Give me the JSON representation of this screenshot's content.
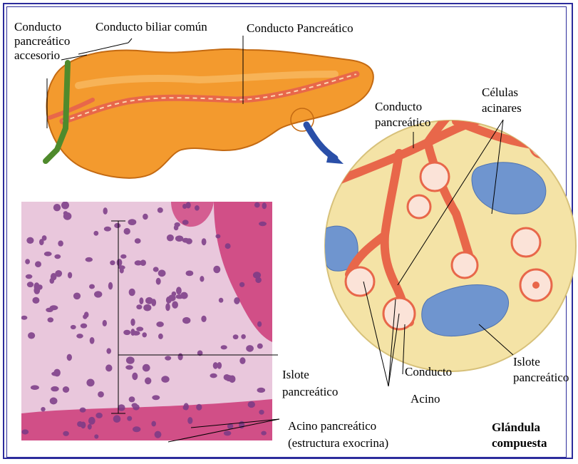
{
  "labels": {
    "accessory_duct_l1": "Conducto",
    "accessory_duct_l2": "pancreático",
    "accessory_duct_l3": "accesorio",
    "common_bile_duct": "Conducto biliar común",
    "pancreatic_duct_top": "Conducto Pancreático",
    "pancreatic_duct_l1": "Conducto",
    "pancreatic_duct_l2": "pancreático",
    "acinar_cells_l1": "Células",
    "acinar_cells_l2": "acinares",
    "islet_right_l1": "Islote",
    "islet_right_l2": "pancreático",
    "islet_left_l1": "Islote",
    "islet_left_l2": "pancreático",
    "duct": "Conducto",
    "acinus": "Acino",
    "pancreatic_acinus_l1": "Acino pancreático",
    "pancreatic_acinus_l2": "(estructura exocrina)",
    "compound_gland_l1": "Glándula",
    "compound_gland_l2": "compuesta"
  },
  "colors": {
    "frame": "#2c2c9c",
    "pancreas": "#f39a2e",
    "duct": "#e8674a",
    "islet": "#6f95cf",
    "circle_bg": "#f4e3a6",
    "histology_bg": "#e9c7dc",
    "acinus_pink": "#cc3a78",
    "nucleus": "#7a3a86",
    "arrow": "#2a4fa8",
    "green_duct": "#4f8a2c"
  }
}
